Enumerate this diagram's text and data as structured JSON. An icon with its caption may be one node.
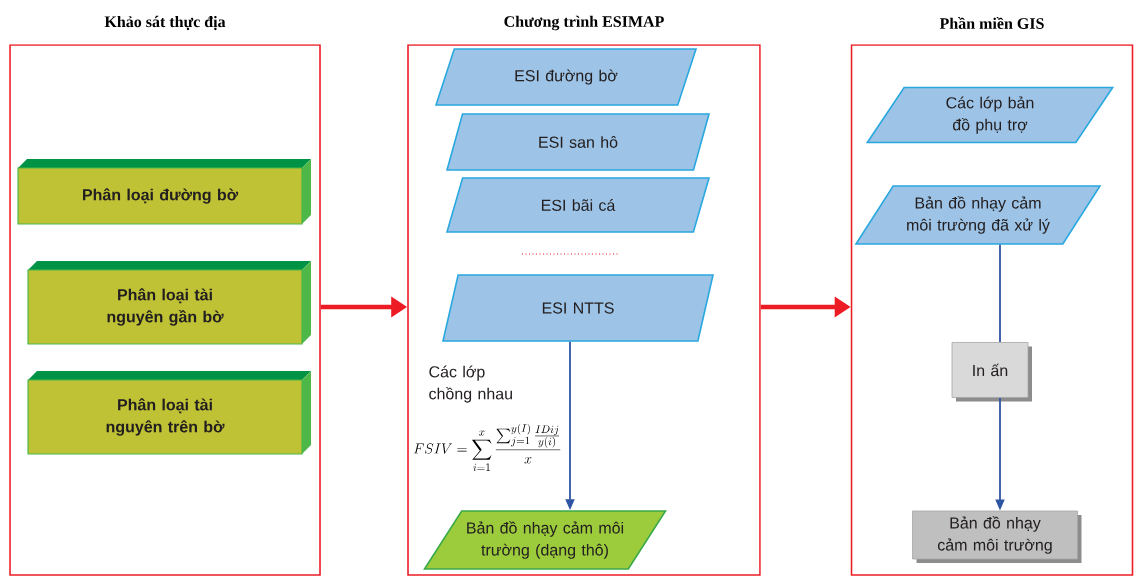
{
  "diagram": {
    "nodes": [
      {
        "text": [
          "Khảo sát thực địa"
        ]
      },
      {
        "text": [
          "Phân loại đường bờ"
        ],
        "in": 0
      },
      {
        "text": [
          "Phân loại tài nguyên gần bờ"
        ],
        "in": 0
      },
      {
        "text": [
          "Phân loại tài nguyên trên bờ"
        ],
        "in": 0
      },
      {
        "text": [
          "Chương trình ESIMAP"
        ]
      },
      {
        "text": [
          "ESI đường bờ"
        ],
        "in": 4
      },
      {
        "text": [
          "ESI san hô"
        ],
        "in": 4
      },
      {
        "text": [
          "ESI bãi cá"
        ],
        "in": 4
      },
      {
        "text": [
          "ESI NTTS"
        ],
        "in": 4
      },
      {
        "text": [
          "Bản đồ nhạy cảm môi trường (dạng thô)"
        ],
        "in": 4
      },
      {
        "text": [
          "Phần miền GIS"
        ]
      },
      {
        "text": [
          "Các lớp bản đồ phụ trợ"
        ],
        "in": 10
      },
      {
        "text": [
          "Bản đồ nhạy cảm môi trường đã xử lý"
        ],
        "in": 10
      },
      {
        "text": [
          "In ấn"
        ],
        "in": 10
      },
      {
        "text": [
          "Bản đồ nhạy cảm môi trường"
        ],
        "in": 10
      }
    ],
    "edges": [
      {
        "from": 0,
        "to": 4,
        "arrow": "to",
        "style": "thick",
        "color": "#ed1c24"
      },
      {
        "from": 4,
        "to": 10,
        "arrow": "to",
        "style": "thick",
        "color": "#ed1c24"
      },
      {
        "from": 8,
        "to": 9,
        "arrow": "to"
      },
      {
        "from": 12,
        "to": 13,
        "arrow": "none"
      },
      {
        "from": 13,
        "to": 14,
        "arrow": "to"
      }
    ],
    "labels": [
      "Các lớp chồng nhau",
      "FSIV = \\sum_{i=1}^{x} \\frac{\\sum_{j=1}^{y(I)} \\frac{IDij}{y(i)}}{x}"
    ]
  }
}
